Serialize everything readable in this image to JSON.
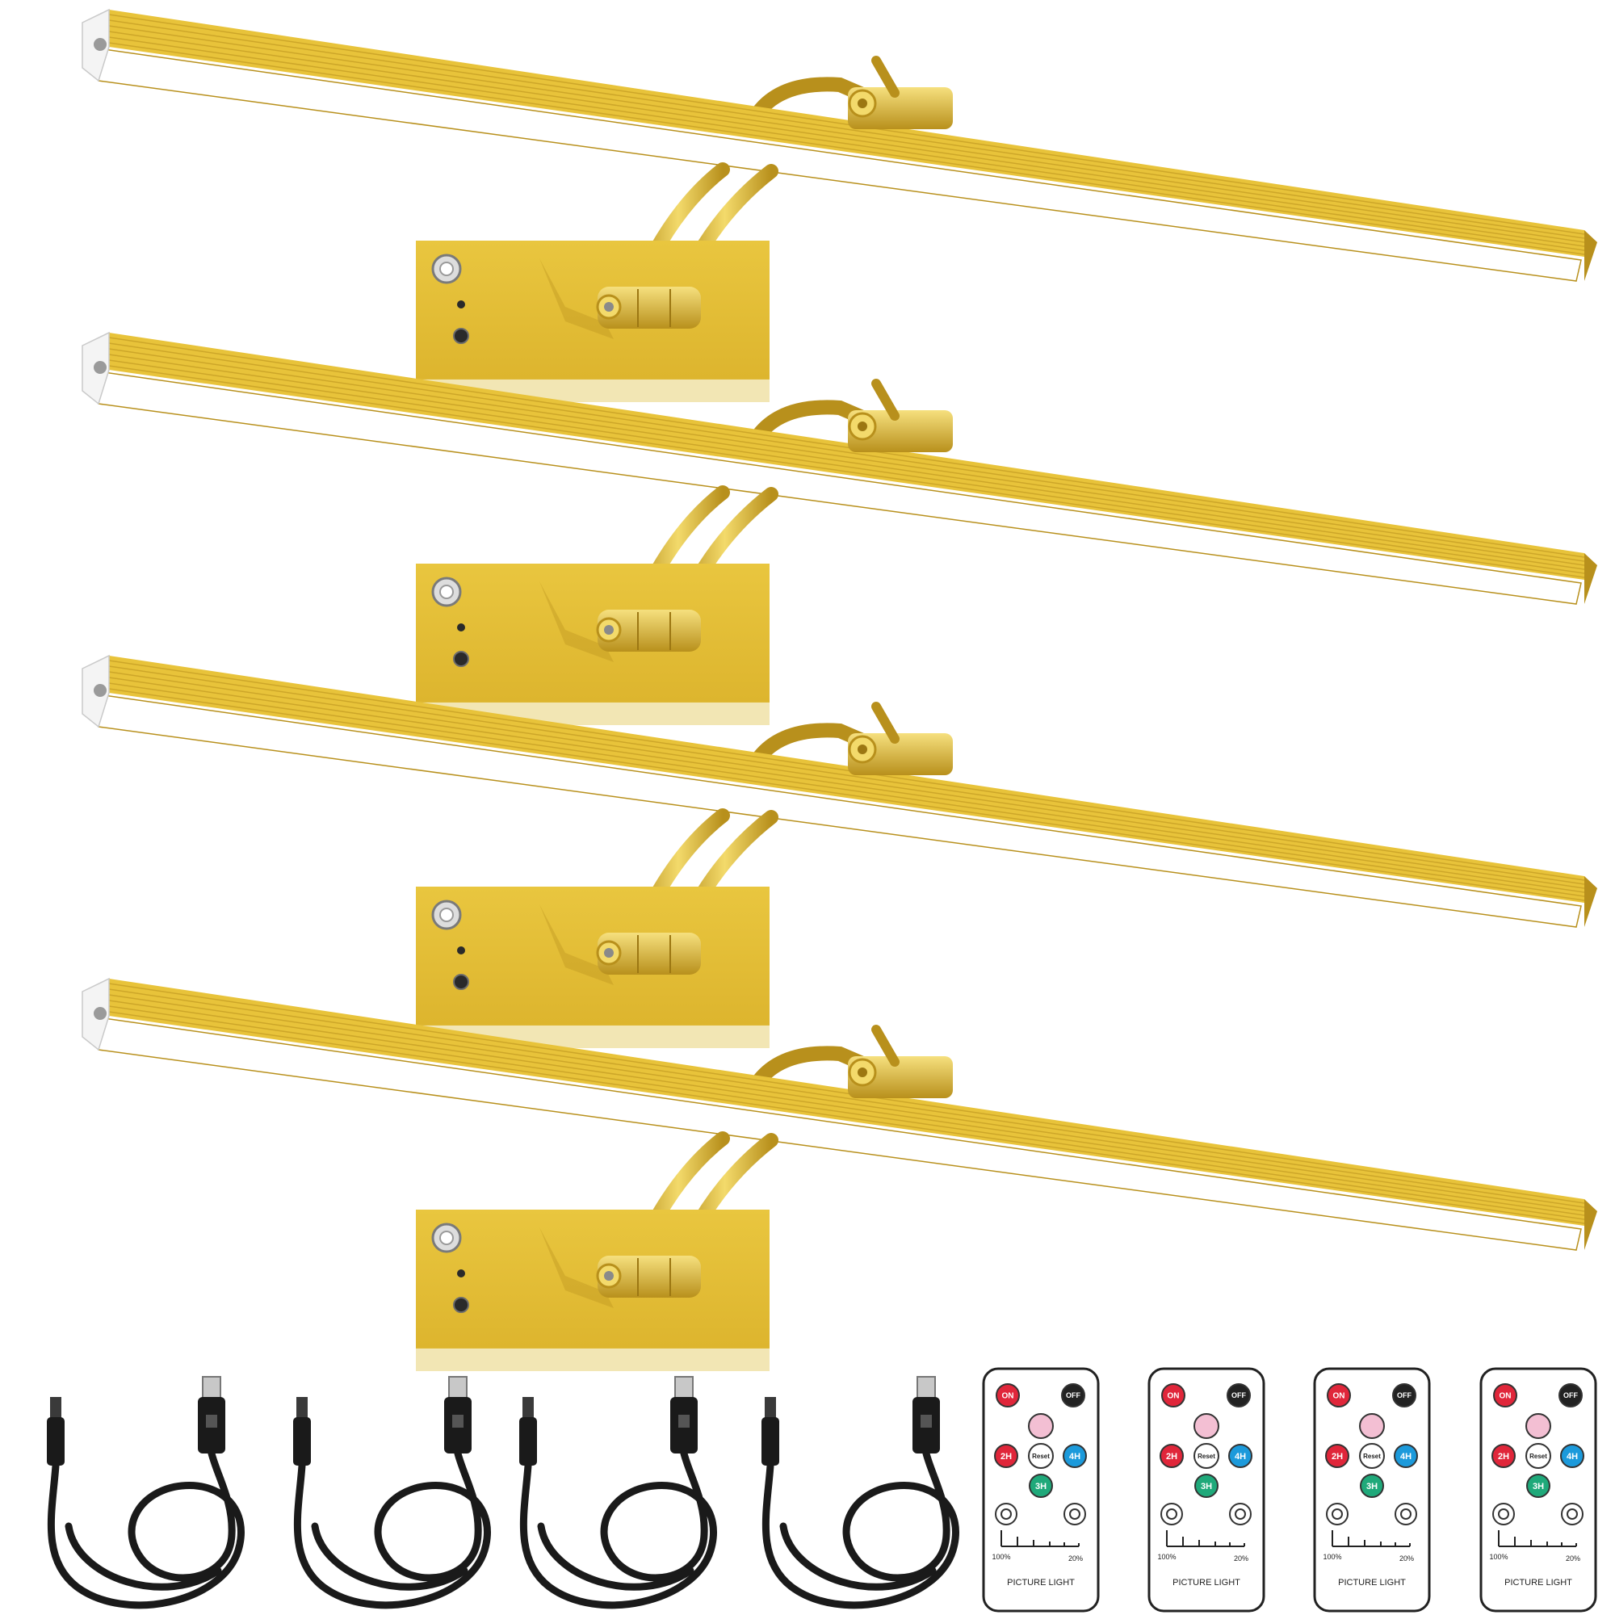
{
  "colors": {
    "gold": "#E8C33A",
    "gold_light": "#F3DA6B",
    "gold_dark": "#B8901C",
    "gold_shadow": "#9C7712",
    "led_white": "#FFFFFF",
    "cable": "#1A1A1A",
    "remote_body": "#FFFFFF",
    "remote_outline": "#222222",
    "btn_red": "#E0263A",
    "btn_black": "#222222",
    "btn_pink": "#F3BFD3",
    "btn_blue": "#1C9ADB",
    "btn_green": "#1FA97A"
  },
  "icons": [
    "picture-light-icon",
    "usb-cable-icon",
    "remote-control-icon"
  ],
  "lamps_count_shown": 4,
  "cables_count_shown": 4,
  "remote": {
    "on_label": "ON",
    "off_label": "OFF",
    "two_h_label": "2H",
    "reset_label": "Reset",
    "four_h_label": "4H",
    "three_h_label": "3H",
    "scale_max_label": "100%",
    "scale_min_label": "20%",
    "product_label": "PICTURE LIGHT"
  },
  "remotes_count_shown": 4
}
